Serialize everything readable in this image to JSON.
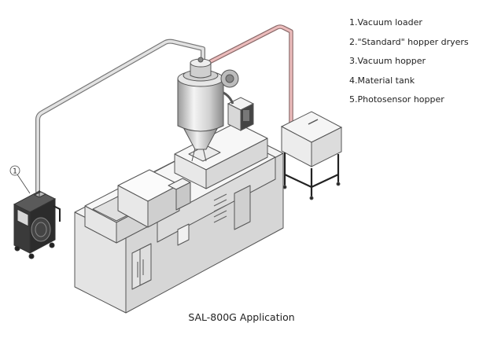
{
  "legend": {
    "items": [
      "1.Vacuum loader",
      "2.\"Standard\" hopper dryers",
      "3.Vacuum hopper",
      "4.Material tank",
      "5.Photosensor hopper"
    ]
  },
  "callout": {
    "label": "1"
  },
  "caption": "SAL-800G Application",
  "colors": {
    "outline": "#555555",
    "grey_pipe": "#d9d9d9",
    "red_pipe": "#e8b4b4",
    "machine_fill": "#ececec",
    "dark_unit": "#3a3a3a"
  }
}
